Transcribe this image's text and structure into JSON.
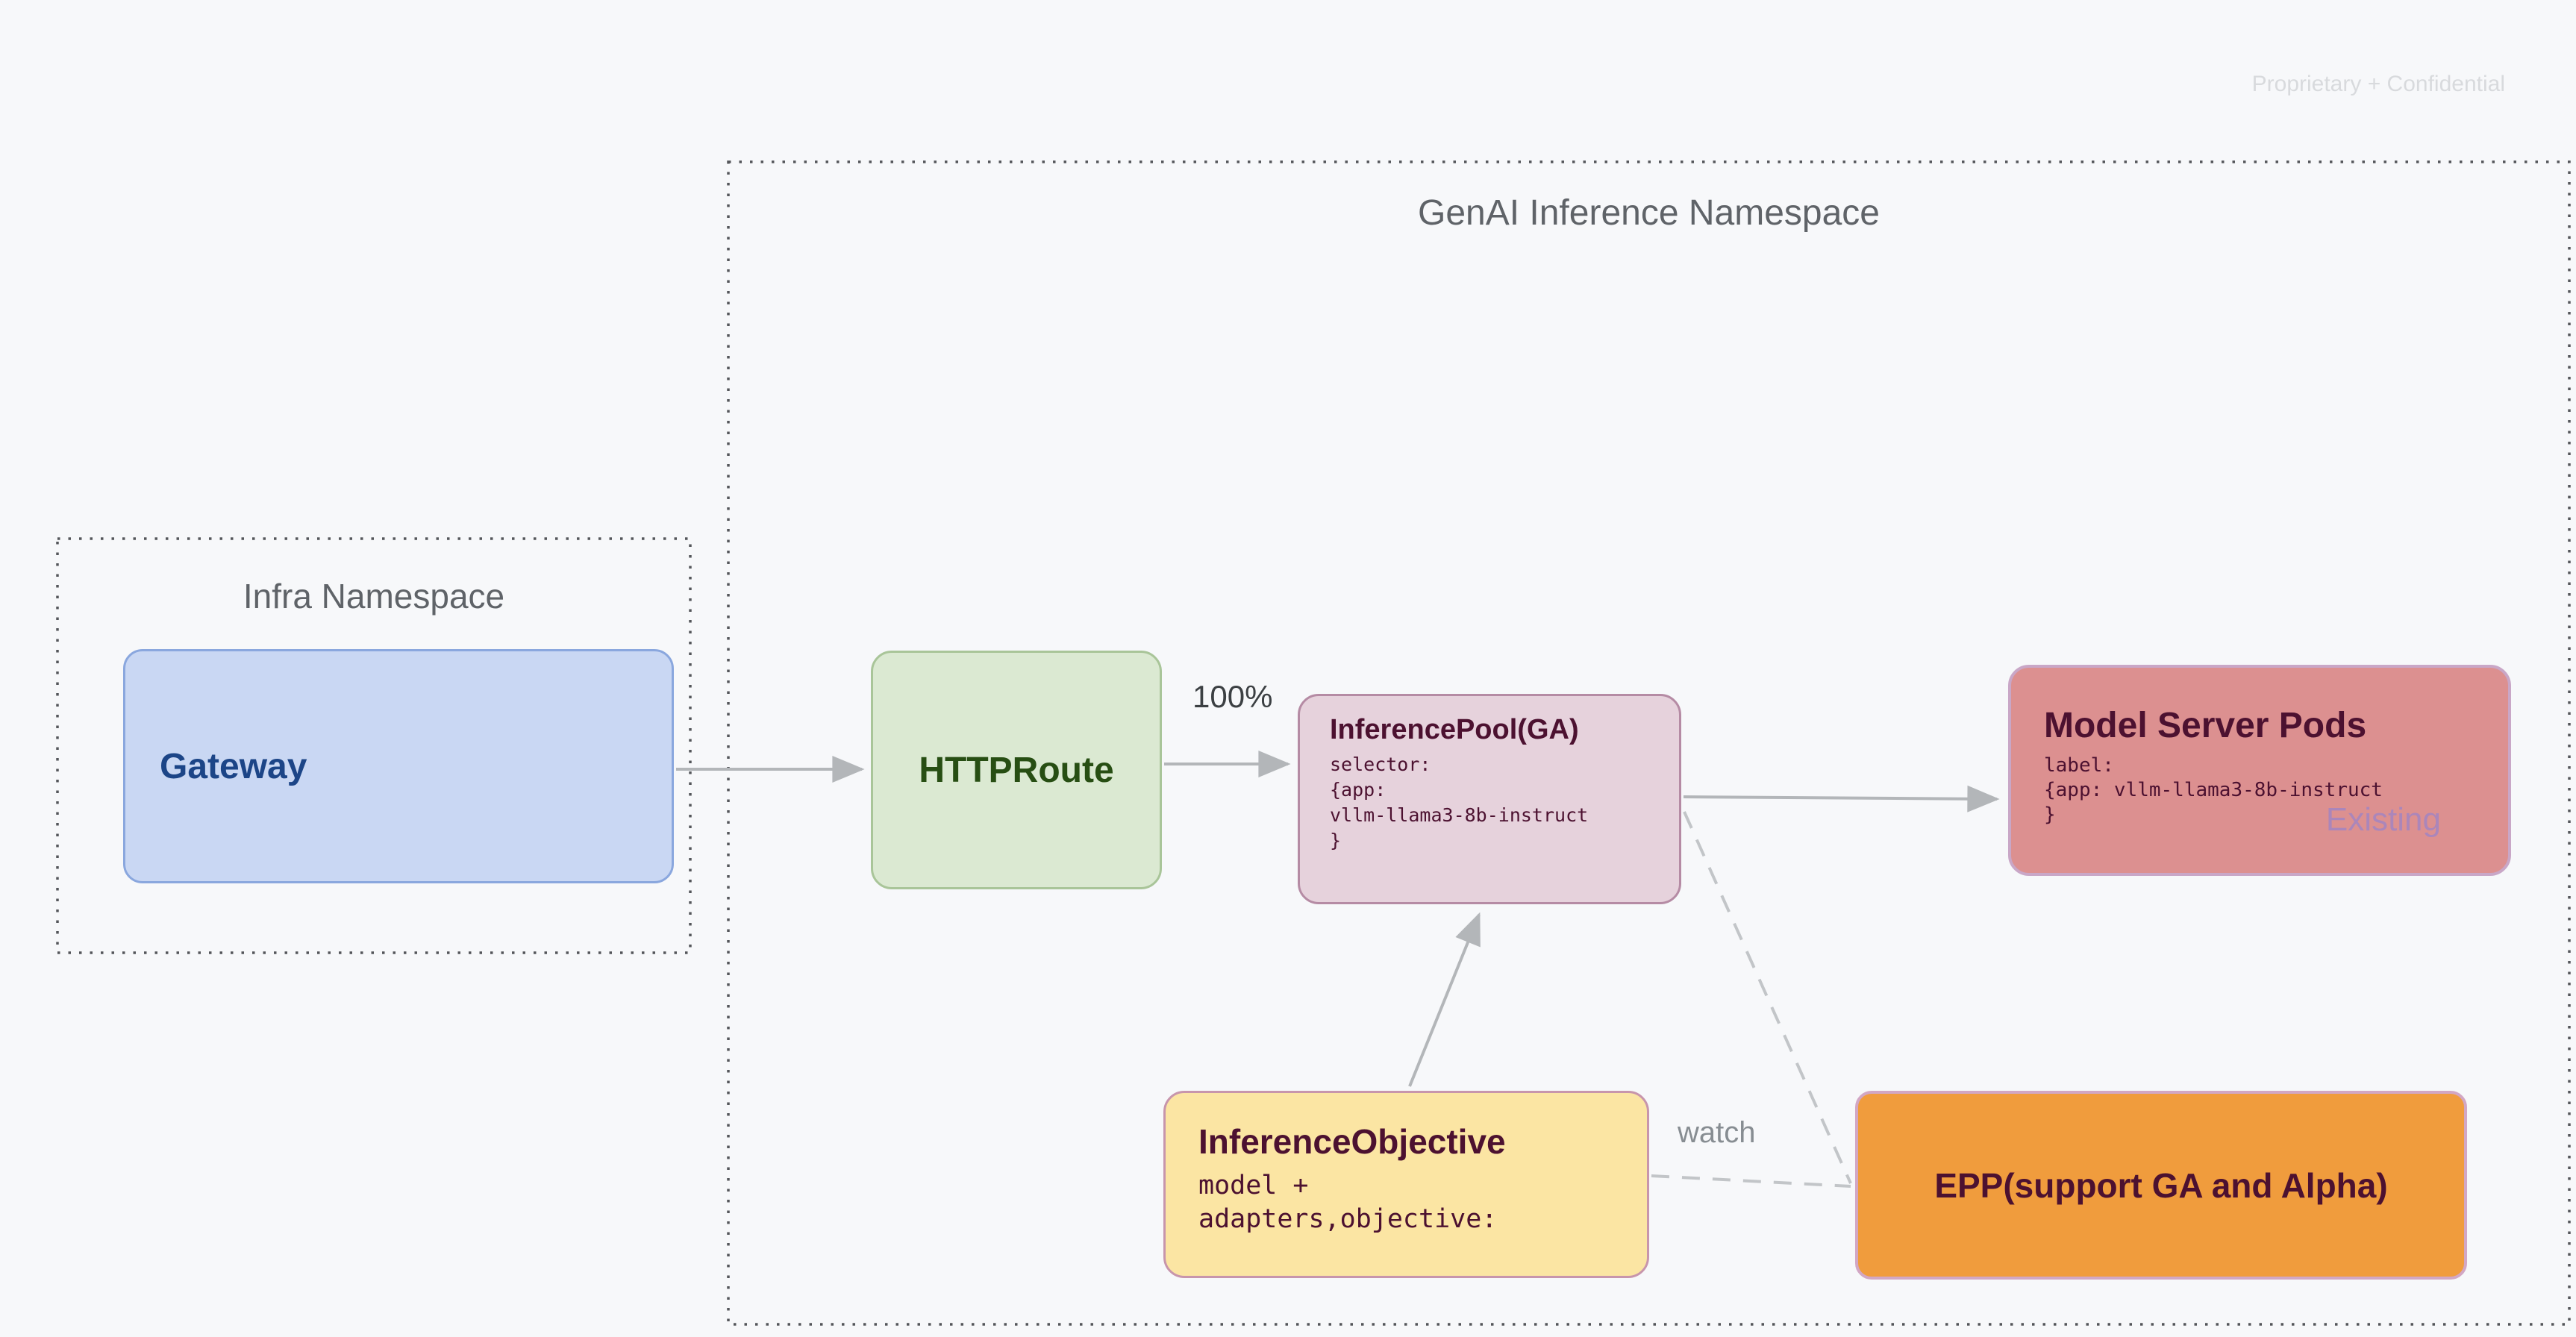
{
  "watermark": "Proprietary + Confidential",
  "namespaces": {
    "genai": {
      "title": "GenAI Inference Namespace"
    },
    "infra": {
      "title": "Infra Namespace"
    }
  },
  "nodes": {
    "gateway": {
      "label": "Gateway",
      "fill": "#c9d7f3",
      "border": "#8aa7de",
      "text_color": "#1c4587"
    },
    "httproute": {
      "label": "HTTPRoute",
      "fill": "#dbe9d2",
      "border": "#a9c599",
      "text_color": "#274e13"
    },
    "inference_pool": {
      "title": "InferencePool(GA)",
      "code_lines": [
        "selector:",
        "{app:",
        "vllm-llama3-8b-instruct",
        "}"
      ],
      "fill": "#e6d2dc",
      "border": "#b58ba4",
      "text_color": "#4c1130"
    },
    "model_server_pods": {
      "title": "Model Server Pods",
      "code_lines": [
        "label:",
        "{app: vllm-llama3-8b-instruct",
        "}"
      ],
      "tag": "Existing",
      "fill": "#dc9090",
      "border": "#c9a7c7",
      "text_color": "#4c1130",
      "tag_color": "#ab86ba"
    },
    "inference_objective": {
      "title": "InferenceObjective",
      "code_lines": [
        "model +",
        "adapters,objective:"
      ],
      "fill": "#fbe5a3",
      "border": "#c795ac",
      "text_color": "#4c1130"
    },
    "epp": {
      "label": "EPP(support GA and Alpha)",
      "fill": "#f09c3d",
      "border": "#d2a7c4",
      "text_color": "#4c1130"
    }
  },
  "edge_labels": {
    "route_weight": "100%",
    "watch": "watch"
  },
  "colors": {
    "background": "#f7f8fa",
    "namespace_border": "#54565a",
    "namespace_title": "#5f6368",
    "arrow": "#b3b6b9",
    "dashed_line": "#c2c5c8",
    "weight_label": "#3c4043",
    "watch_label": "#878d92",
    "watermark": "#d8dadd",
    "node_title": "#4c1130"
  }
}
